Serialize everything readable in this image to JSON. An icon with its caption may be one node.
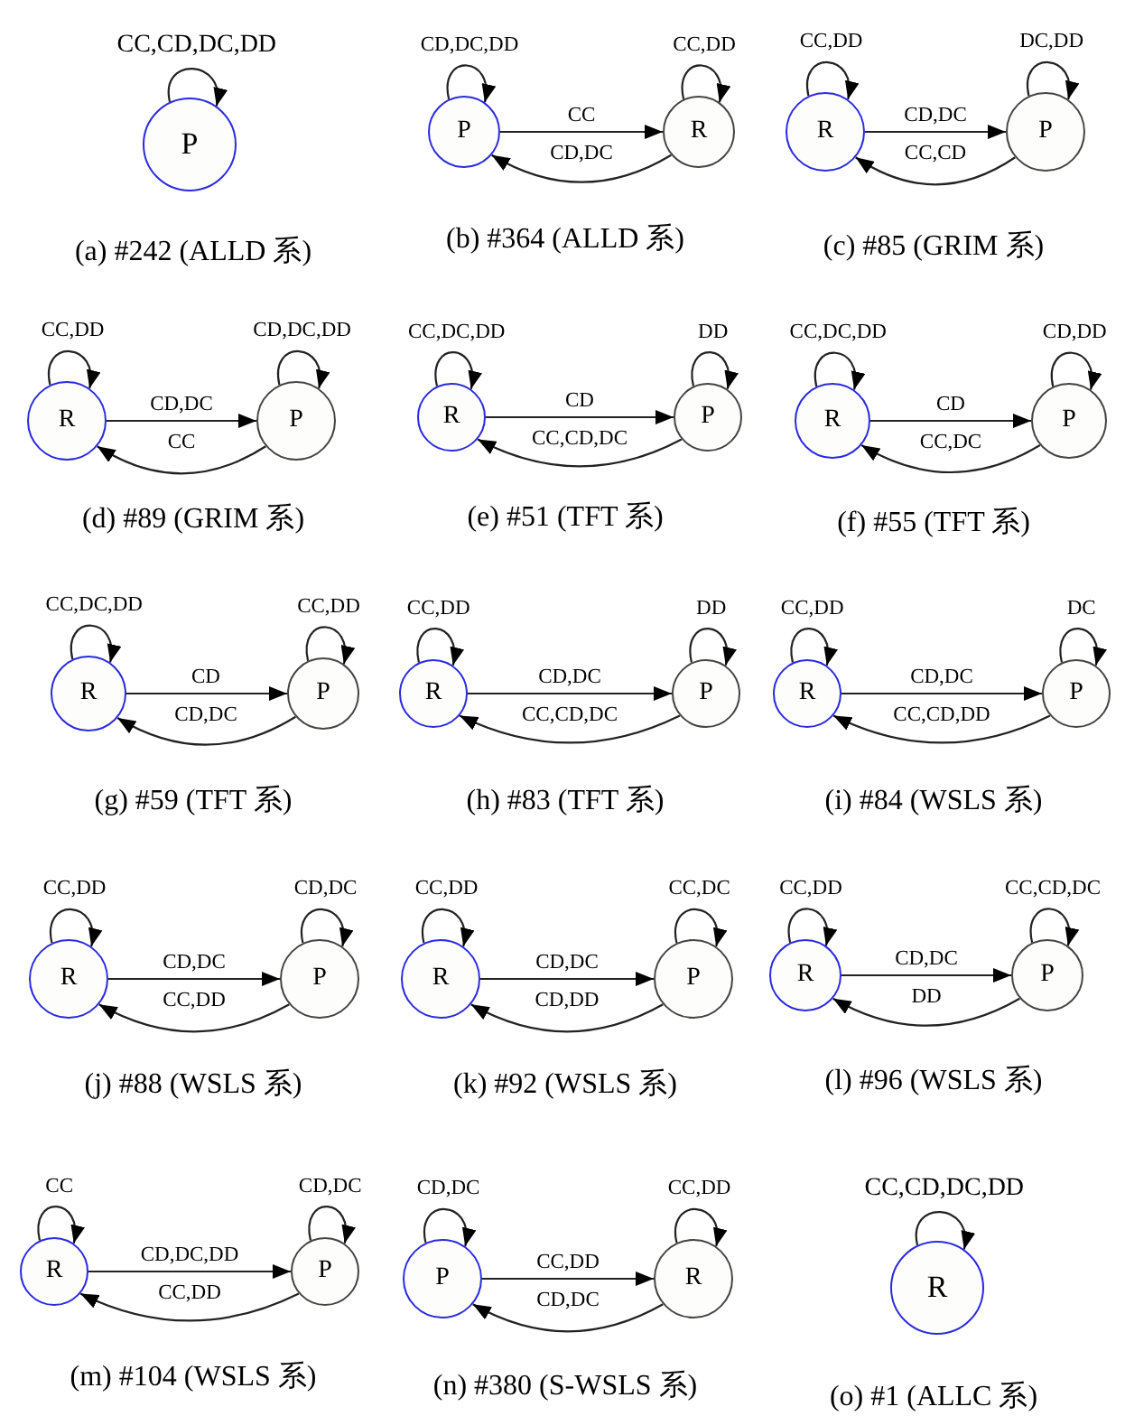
{
  "diagram": {
    "nodes": [
      {
        "text": [
          "P"
        ]
      },
      {
        "text": [
          "P"
        ]
      },
      {
        "text": [
          "R"
        ]
      },
      {
        "text": [
          "R"
        ]
      },
      {
        "text": [
          "P"
        ]
      },
      {
        "text": [
          "R"
        ]
      },
      {
        "text": [
          "P"
        ]
      },
      {
        "text": [
          "R"
        ]
      },
      {
        "text": [
          "P"
        ]
      },
      {
        "text": [
          "R"
        ]
      },
      {
        "text": [
          "P"
        ]
      },
      {
        "text": [
          "R"
        ]
      },
      {
        "text": [
          "P"
        ]
      },
      {
        "text": [
          "R"
        ]
      },
      {
        "text": [
          "P"
        ]
      },
      {
        "text": [
          "R"
        ]
      },
      {
        "text": [
          "P"
        ]
      },
      {
        "text": [
          "R"
        ]
      },
      {
        "text": [
          "P"
        ]
      },
      {
        "text": [
          "R"
        ]
      },
      {
        "text": [
          "P"
        ]
      },
      {
        "text": [
          "R"
        ]
      },
      {
        "text": [
          "P"
        ]
      },
      {
        "text": [
          "R"
        ]
      },
      {
        "text": [
          "P"
        ]
      },
      {
        "text": [
          "P"
        ]
      },
      {
        "text": [
          "R"
        ]
      },
      {
        "text": [
          "R"
        ]
      }
    ],
    "edges": [
      {
        "from": 0,
        "to": 0,
        "label": "CC,CD,DC,DD",
        "arrow": "to"
      },
      {
        "from": 1,
        "to": 1,
        "label": "CD,DC,DD",
        "arrow": "to"
      },
      {
        "from": 2,
        "to": 2,
        "label": "CC,DD",
        "arrow": "to"
      },
      {
        "from": 1,
        "to": 2,
        "label": "CC",
        "arrow": "to"
      },
      {
        "from": 2,
        "to": 1,
        "label": "CD,DC",
        "arrow": "to"
      },
      {
        "from": 3,
        "to": 3,
        "label": "CC,DD",
        "arrow": "to"
      },
      {
        "from": 4,
        "to": 4,
        "label": "DC,DD",
        "arrow": "to"
      },
      {
        "from": 3,
        "to": 4,
        "label": "CD,DC",
        "arrow": "to"
      },
      {
        "from": 4,
        "to": 3,
        "label": "CC,CD",
        "arrow": "to"
      },
      {
        "from": 5,
        "to": 5,
        "label": "CC,DD",
        "arrow": "to"
      },
      {
        "from": 6,
        "to": 6,
        "label": "CD,DC,DD",
        "arrow": "to"
      },
      {
        "from": 5,
        "to": 6,
        "label": "CD,DC",
        "arrow": "to"
      },
      {
        "from": 6,
        "to": 5,
        "label": "CC",
        "arrow": "to"
      },
      {
        "from": 7,
        "to": 7,
        "label": "CC,DC,DD",
        "arrow": "to"
      },
      {
        "from": 8,
        "to": 8,
        "label": "DD",
        "arrow": "to"
      },
      {
        "from": 7,
        "to": 8,
        "label": "CD",
        "arrow": "to"
      },
      {
        "from": 8,
        "to": 7,
        "label": "CC,CD,DC",
        "arrow": "to"
      },
      {
        "from": 9,
        "to": 9,
        "label": "CC,DC,DD",
        "arrow": "to"
      },
      {
        "from": 10,
        "to": 10,
        "label": "CD,DD",
        "arrow": "to"
      },
      {
        "from": 9,
        "to": 10,
        "label": "CD",
        "arrow": "to"
      },
      {
        "from": 10,
        "to": 9,
        "label": "CC,DC",
        "arrow": "to"
      },
      {
        "from": 11,
        "to": 11,
        "label": "CC,DC,DD",
        "arrow": "to"
      },
      {
        "from": 12,
        "to": 12,
        "label": "CC,DD",
        "arrow": "to"
      },
      {
        "from": 11,
        "to": 12,
        "label": "CD",
        "arrow": "to"
      },
      {
        "from": 12,
        "to": 11,
        "label": "CD,DC",
        "arrow": "to"
      },
      {
        "from": 13,
        "to": 13,
        "label": "CC,DD",
        "arrow": "to"
      },
      {
        "from": 14,
        "to": 14,
        "label": "DD",
        "arrow": "to"
      },
      {
        "from": 13,
        "to": 14,
        "label": "CD,DC",
        "arrow": "to"
      },
      {
        "from": 14,
        "to": 13,
        "label": "CC,CD,DC",
        "arrow": "to"
      },
      {
        "from": 15,
        "to": 15,
        "label": "CC,DD",
        "arrow": "to"
      },
      {
        "from": 16,
        "to": 16,
        "label": "DC",
        "arrow": "to"
      },
      {
        "from": 15,
        "to": 16,
        "label": "CD,DC",
        "arrow": "to"
      },
      {
        "from": 16,
        "to": 15,
        "label": "CC,CD,DD",
        "arrow": "to"
      },
      {
        "from": 17,
        "to": 17,
        "label": "CC,DD",
        "arrow": "to"
      },
      {
        "from": 18,
        "to": 18,
        "label": "CD,DC",
        "arrow": "to"
      },
      {
        "from": 17,
        "to": 18,
        "label": "CD,DC",
        "arrow": "to"
      },
      {
        "from": 18,
        "to": 17,
        "label": "CC,DD",
        "arrow": "to"
      },
      {
        "from": 19,
        "to": 19,
        "label": "CC,DD",
        "arrow": "to"
      },
      {
        "from": 20,
        "to": 20,
        "label": "CC,DC",
        "arrow": "to"
      },
      {
        "from": 19,
        "to": 20,
        "label": "CD,DC",
        "arrow": "to"
      },
      {
        "from": 20,
        "to": 19,
        "label": "CD,DD",
        "arrow": "to"
      },
      {
        "from": 21,
        "to": 21,
        "label": "CC,DD",
        "arrow": "to"
      },
      {
        "from": 22,
        "to": 22,
        "label": "CC,CD,DC",
        "arrow": "to"
      },
      {
        "from": 21,
        "to": 22,
        "label": "CD,DC",
        "arrow": "to"
      },
      {
        "from": 22,
        "to": 21,
        "label": "DD",
        "arrow": "to"
      },
      {
        "from": 23,
        "to": 23,
        "label": "CC",
        "arrow": "to"
      },
      {
        "from": 24,
        "to": 24,
        "label": "CD,DC",
        "arrow": "to"
      },
      {
        "from": 23,
        "to": 24,
        "label": "CD,DC,DD",
        "arrow": "to"
      },
      {
        "from": 24,
        "to": 23,
        "label": "CC,DD",
        "arrow": "to"
      },
      {
        "from": 25,
        "to": 25,
        "label": "CD,DC",
        "arrow": "to"
      },
      {
        "from": 26,
        "to": 26,
        "label": "CC,DD",
        "arrow": "to"
      },
      {
        "from": 25,
        "to": 26,
        "label": "CC,DD",
        "arrow": "to"
      },
      {
        "from": 26,
        "to": 25,
        "label": "CD,DC",
        "arrow": "to"
      },
      {
        "from": 27,
        "to": 27,
        "label": "CC,CD,DC,DD",
        "arrow": "to"
      }
    ],
    "labels": [
      "(a) #242 (ALLD 系)",
      "(b) #364 (ALLD 系)",
      "(c) #85 (GRIM 系)",
      "(d) #89 (GRIM 系)",
      "(e) #51 (TFT 系)",
      "(f) #55 (TFT 系)",
      "(g) #59 (TFT 系)",
      "(h) #83 (TFT 系)",
      "(i) #84 (WSLS 系)",
      "(j) #88 (WSLS 系)",
      "(k) #92 (WSLS 系)",
      "(l) #96 (WSLS 系)",
      "(m) #104 (WSLS 系)",
      "(n) #380 (S-WSLS 系)",
      "(o) #1 (ALLC 系)"
    ]
  }
}
